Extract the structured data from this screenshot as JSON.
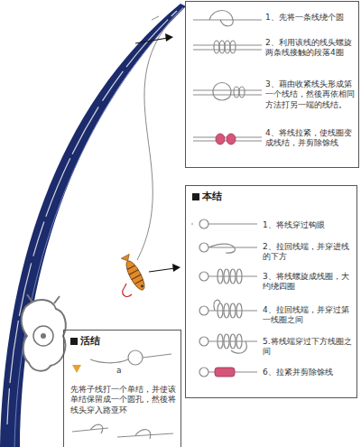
{
  "diagram": {
    "nodes": [
      {
        "text": [
          "1、先将一条线绕个圆",
          "2、利用该线的线头螺旋两条线接触的段落4圈",
          "3、藉由收紧线头形成第一个线结，然後再依相同方法打另一端的线结。",
          "4、将线拉紧，使线圈变成线结，并剪除馀线"
        ]
      },
      {
        "text": [
          "本结",
          "1、将线穿过钩眼",
          "2、拉回线端，并穿进线的下方",
          "3、将线螺旋成线圈，大约绕四圈",
          "4、拉回线端，并穿过第一线圈之间",
          "5.将线端穿过下方线圈之间",
          "6、拉紧并剪除馀线"
        ]
      },
      {
        "text": [
          "活结",
          "先将子线打一个单结，并使该单结保留成一个圆孔，然後将线头穿入路亚环"
        ]
      }
    ],
    "labels": [
      "a"
    ]
  }
}
